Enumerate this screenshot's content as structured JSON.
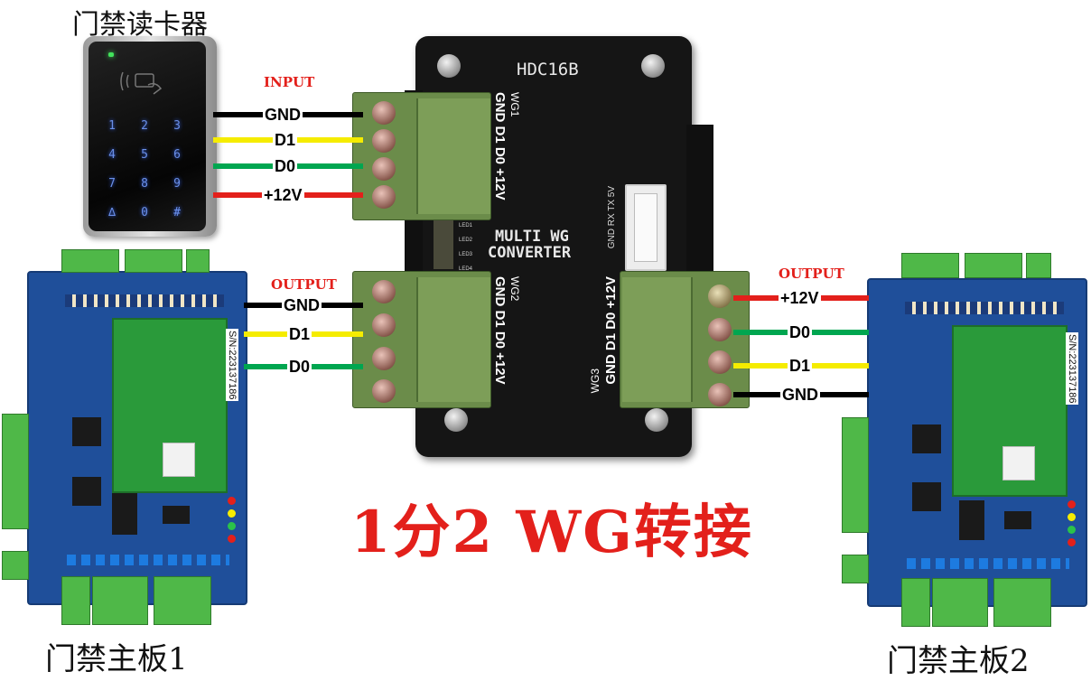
{
  "reader": {
    "title": "门禁读卡器",
    "keys": [
      "1",
      "2",
      "3",
      "4",
      "5",
      "6",
      "7",
      "8",
      "9",
      "∆",
      "0",
      "#"
    ]
  },
  "converter": {
    "model": "HDC16B",
    "name_line1": "MULTI WG",
    "name_line2": "CONVERTER",
    "ports": {
      "wg1": {
        "id": "WG1",
        "pins": "GND D1 D0 +12V"
      },
      "wg2": {
        "id": "WG2",
        "pins": "GND D1 D0 +12V"
      },
      "wg3": {
        "id": "WG3",
        "pins": "GND D1 D0 +12V"
      }
    },
    "leds": [
      "LED1",
      "LED2",
      "LED3",
      "LED4"
    ],
    "serial_pins": "GND RX TX 5V"
  },
  "input": {
    "label": "INPUT",
    "wires": [
      {
        "name": "GND",
        "color": "#000000"
      },
      {
        "name": "D1",
        "color": "#f5ec00"
      },
      {
        "name": "D0",
        "color": "#00a650"
      },
      {
        "name": "+12V",
        "color": "#e3201b"
      }
    ]
  },
  "output1": {
    "label": "OUTPUT",
    "wires": [
      {
        "name": "GND",
        "color": "#000000"
      },
      {
        "name": "D1",
        "color": "#f5ec00"
      },
      {
        "name": "D0",
        "color": "#00a650"
      }
    ]
  },
  "output2": {
    "label": "OUTPUT",
    "wires": [
      {
        "name": "+12V",
        "color": "#e3201b"
      },
      {
        "name": "D0",
        "color": "#00a650"
      },
      {
        "name": "D1",
        "color": "#f5ec00"
      },
      {
        "name": "GND",
        "color": "#000000"
      }
    ]
  },
  "boards": {
    "board1": {
      "title": "门禁主板1",
      "serial": "S/N:223137186"
    },
    "board2": {
      "title": "门禁主板2",
      "serial": "S/N:223137186"
    }
  },
  "caption": "1分2 WG转接",
  "colors": {
    "wire_black": "#000000",
    "wire_yellow": "#f5ec00",
    "wire_green": "#00a650",
    "wire_red": "#e3201b",
    "device": "#151515",
    "terminal": "#6b8c4a",
    "pcb": "#1f4f9a"
  }
}
